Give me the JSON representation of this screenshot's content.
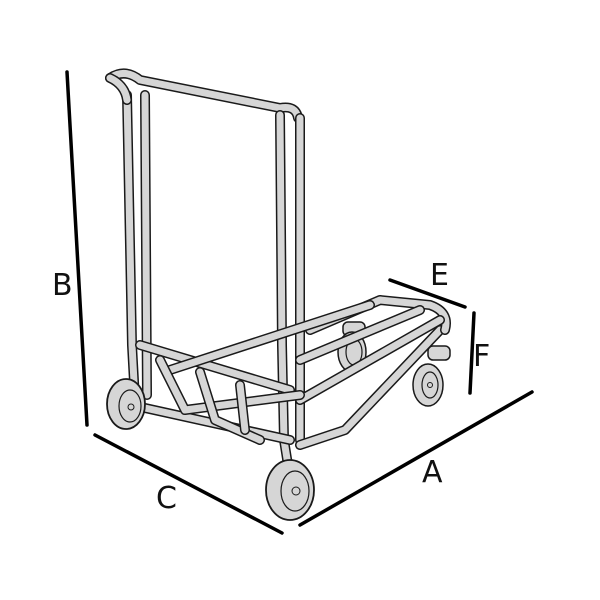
{
  "dimensions": {
    "A": "A",
    "B": "B",
    "C": "C",
    "E": "E",
    "F": "F"
  },
  "colors": {
    "tube": "#d6d6d6",
    "outline": "#1a1a1a"
  }
}
